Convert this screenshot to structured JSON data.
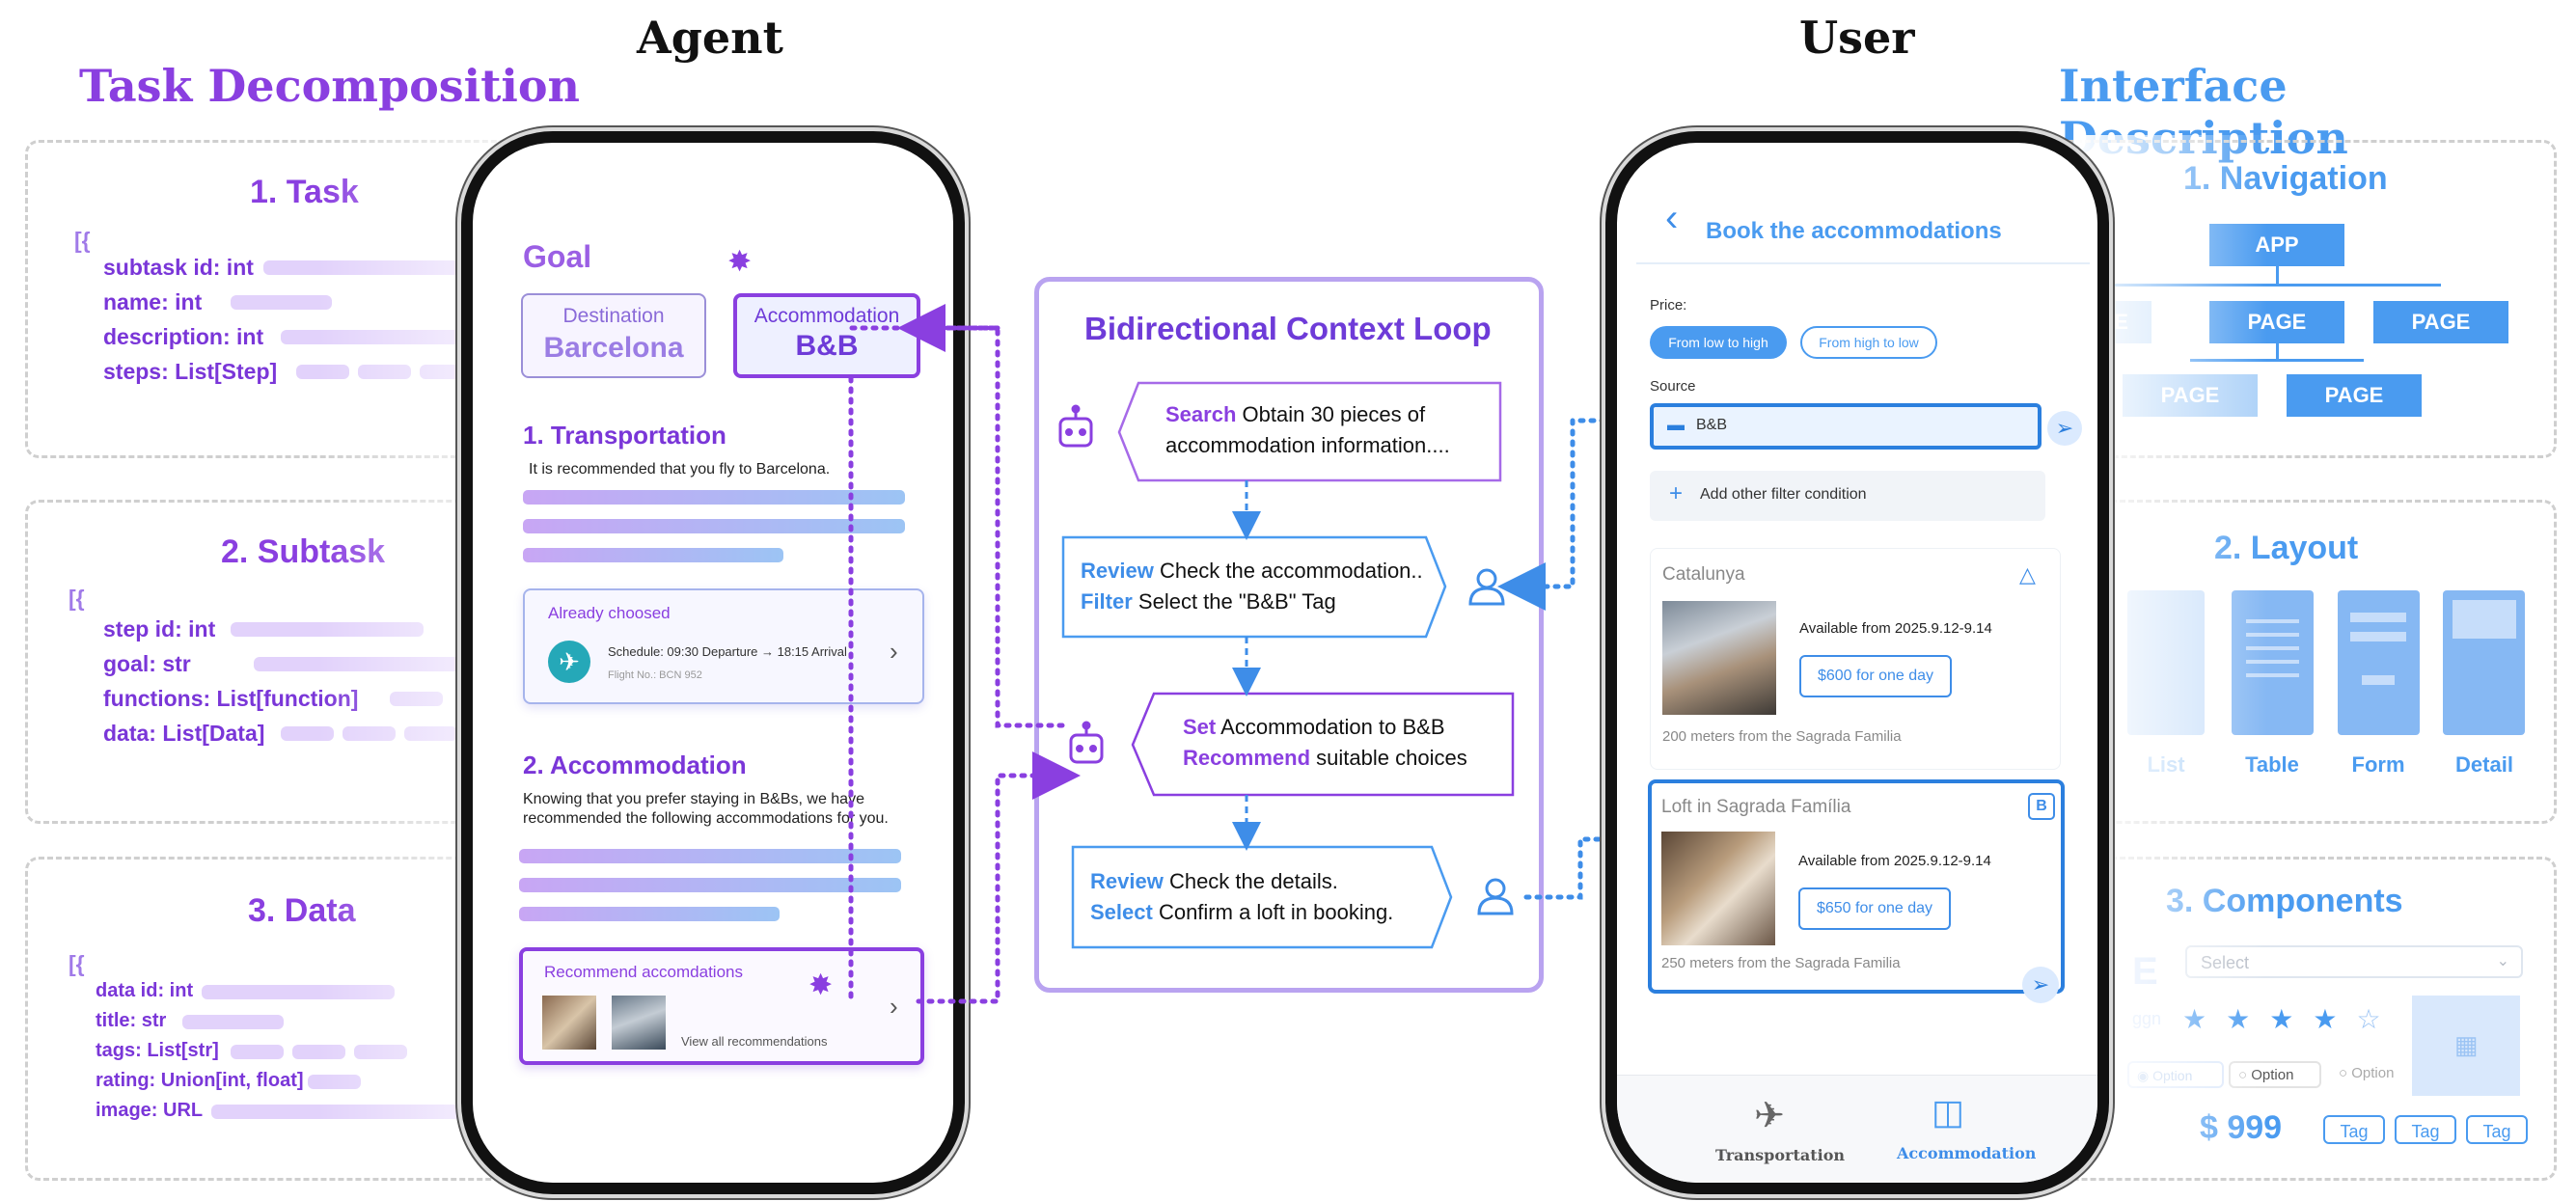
{
  "headers": {
    "agent": "Agent",
    "user": "User",
    "task_decomposition": "Task Decomposition",
    "interface_description": "Interface Description"
  },
  "left_panels": {
    "task": {
      "title": "1. Task",
      "open": "[{",
      "fields": [
        "subtask id: int",
        "name: int",
        "description: int",
        "steps: List[Step]"
      ]
    },
    "subtask": {
      "title": "2. Subtask",
      "open": "[{",
      "fields": [
        "step id: int",
        "goal: str",
        "functions: List[function]",
        "data: List[Data]"
      ]
    },
    "data": {
      "title": "3. Data",
      "open": "[{",
      "fields": [
        "data id: int",
        "title: str",
        "tags: List[str]",
        "rating: Union[int, float]",
        "image: URL"
      ]
    }
  },
  "agent_phone": {
    "goal_label": "Goal",
    "destination_label": "Destination",
    "destination_value": "Barcelona",
    "accommodation_label": "Accommodation",
    "accommodation_value": "B&B",
    "transport_title": "1. Transportation",
    "transport_text": "It is recommended that you fly to Barcelona.",
    "already_label": "Already choosed",
    "schedule": "Schedule: 09:30 Departure → 18:15 Arrival",
    "flight_no": "Flight No.: BCN 952",
    "accom_title": "2. Accommodation",
    "accom_text_1": "Knowing that you prefer staying in B&Bs, we have",
    "accom_text_2": "recommended the following accommodations for you.",
    "recommend_label": "Recommend accomdations",
    "view_all": "View all recommendations"
  },
  "loop": {
    "title": "Bidirectional Context Loop",
    "b1_kw": "Search",
    "b1_text_1": "Obtain 30 pieces of",
    "b1_text_2": "accommodation information....",
    "b2_kw1": "Review",
    "b2_text1": "Check the accommodation..",
    "b2_kw2": "Filter",
    "b2_text2": "Select the  \"B&B\" Tag",
    "b3_kw1": "Set",
    "b3_text1": "Accommodation to B&B",
    "b3_kw2": "Recommend",
    "b3_text2": "suitable choices",
    "b4_kw1": "Review",
    "b4_text1": "Check the details.",
    "b4_kw2": "Select",
    "b4_text2": "Confirm a loft in booking."
  },
  "user_phone": {
    "title": "Book the accommodations",
    "price_label": "Price:",
    "price_opt1": "From low to high",
    "price_opt2": "From high to low",
    "source_label": "Source",
    "source_value": "B&B",
    "add_filter": "Add other filter condition",
    "card1_name": "Catalunya",
    "card1_available": "Available from 2025.9.12-9.14",
    "card1_price": "$600 for one day",
    "card1_distance": "200 meters from the Sagrada Familia",
    "card2_name": "Loft in Sagrada Família",
    "card2_available": "Available from 2025.9.12-9.14",
    "card2_price": "$650 for one day",
    "card2_distance": "250 meters from the Sagrada Familia",
    "tab1": "Transportation",
    "tab2": "Accommodation"
  },
  "right_panels": {
    "nav_title": "1. Navigation",
    "app": "APP",
    "page": "PAGE",
    "page_partial": "GE",
    "layout_title": "2. Layout",
    "layout_labels": [
      "List",
      "Table",
      "Form",
      "Detail"
    ],
    "comp_title": "3. Components",
    "select_placeholder": "Select",
    "options": [
      "Option",
      "Option",
      "Option"
    ],
    "price": "$ 999",
    "tags": [
      "Tag",
      "Tag",
      "Tag"
    ],
    "partial_letter": "E",
    "partial_word": "ggn"
  },
  "colors": {
    "purple": "#8a3fe0",
    "blue": "#4a9bf0"
  }
}
